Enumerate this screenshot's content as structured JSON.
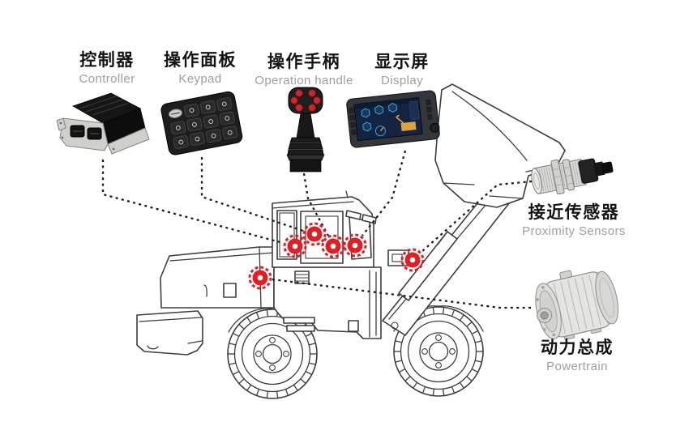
{
  "colors": {
    "marker_red": "#e11e24",
    "connector_line": "#1c1c1c",
    "outline": "#3d3d3d",
    "label_zh": "#141414",
    "label_en": "#9e9e9e",
    "screen_bg": "#14233f",
    "screen_accent": "#35a7d8",
    "crane_orange": "#e0a23c",
    "button_red": "#d4252b"
  },
  "components": [
    {
      "id": "controller",
      "zh": "控制器",
      "en": "Controller"
    },
    {
      "id": "keypad",
      "zh": "操作面板",
      "en": "Keypad"
    },
    {
      "id": "operation_handle",
      "zh": "操作手柄",
      "en": "Operation handle"
    },
    {
      "id": "display",
      "zh": "显示屏",
      "en": "Display"
    },
    {
      "id": "proximity_sensors",
      "zh": "接近传感器",
      "en": "Proximity Sensors"
    },
    {
      "id": "powertrain",
      "zh": "动力总成",
      "en": "Powertrain"
    }
  ]
}
